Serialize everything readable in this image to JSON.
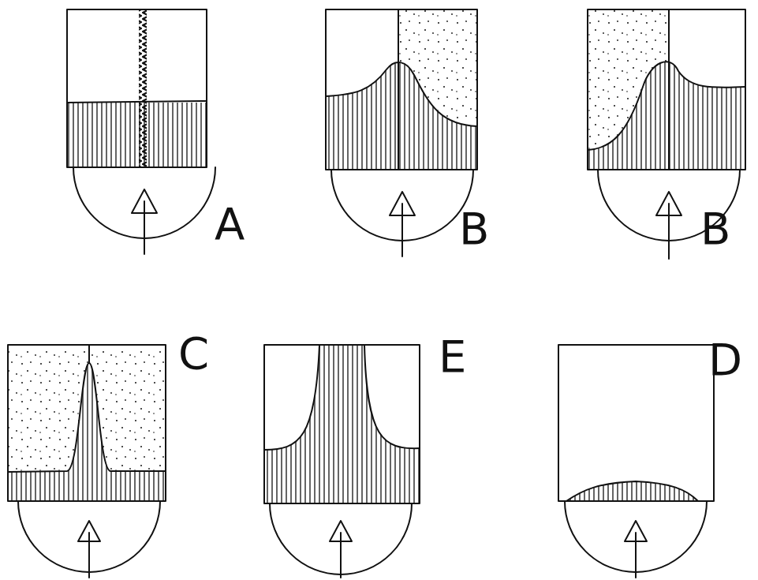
{
  "diagram": {
    "labels": [
      "A",
      "B",
      "B",
      "C",
      "E",
      "D"
    ]
  }
}
